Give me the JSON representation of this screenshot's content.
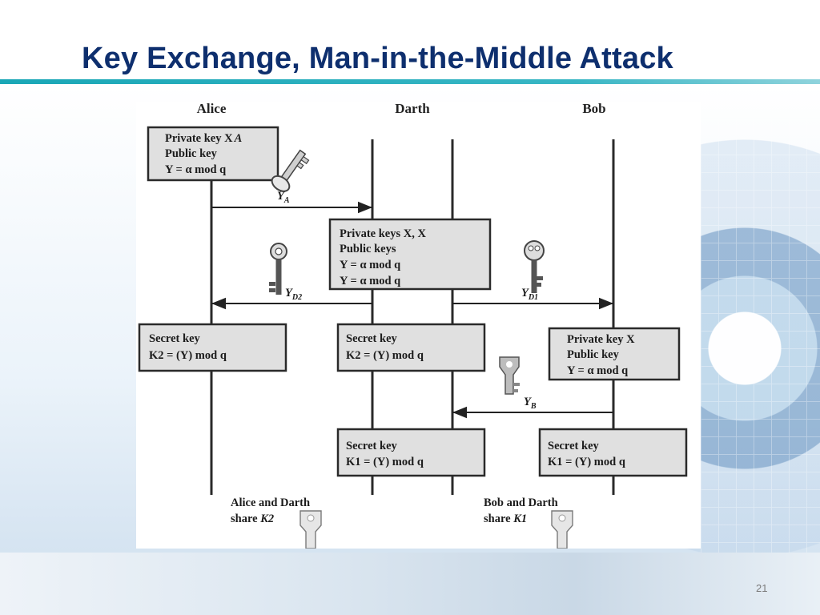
{
  "slide": {
    "title": "Key Exchange, Man-in-the-Middle Attack",
    "page_number": "21"
  },
  "diagram": {
    "actors": {
      "alice": "Alice",
      "darth": "Darth",
      "bob": "Bob"
    },
    "alice_box": {
      "line1": "Private key X",
      "line2": "Public key",
      "line3": "Y = α mod q"
    },
    "darth_box": {
      "line1": "Private keys X, X",
      "line2": "Public keys",
      "line3": "Y = α mod q",
      "line4": "Y = α mod q"
    },
    "alice_secret": {
      "line1": "Secret key",
      "line2": "K2 = (Y) mod q"
    },
    "darth_secret2": {
      "line1": "Secret key",
      "line2": "K2 = (Y) mod q"
    },
    "bob_box": {
      "line1": "Private key X",
      "line2": "Public key",
      "line3": "Y = α mod q"
    },
    "darth_secret1": {
      "line1": "Secret key",
      "line2": "K1 = (Y) mod q"
    },
    "bob_secret": {
      "line1": "Secret key",
      "line2": "K1 = (Y) mod q"
    },
    "arrows": {
      "ya": "Y",
      "yd2": "Y",
      "yd1": "Y",
      "yb": "Y"
    },
    "share_left": {
      "line1": "Alice and Darth",
      "line2": "share K2"
    },
    "share_right": {
      "line1": "Bob and Darth",
      "line2": "share K1"
    }
  }
}
